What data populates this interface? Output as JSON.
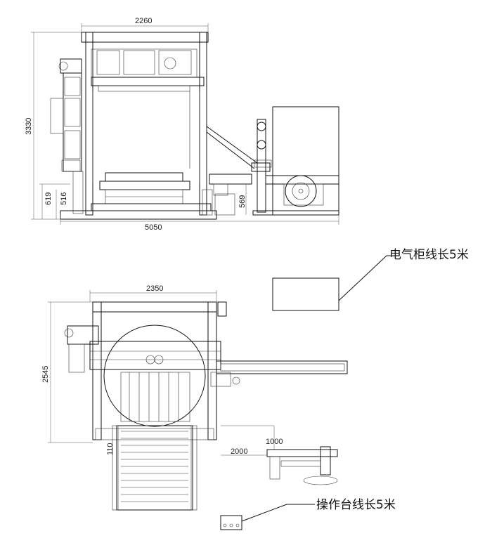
{
  "front_view": {
    "dim_width_top": "2260",
    "dim_height": "3330",
    "dim_619": "619",
    "dim_516": "516",
    "dim_569": "569",
    "dim_width_bottom": "5050"
  },
  "top_view": {
    "dim_width_top": "2350",
    "dim_height": "2545",
    "dim_110": "110",
    "dim_1000": "1000",
    "dim_2000": "2000"
  },
  "notes": {
    "cabinet_cable": "电气柜线长5米",
    "console_cable": "操作台线长5米"
  }
}
